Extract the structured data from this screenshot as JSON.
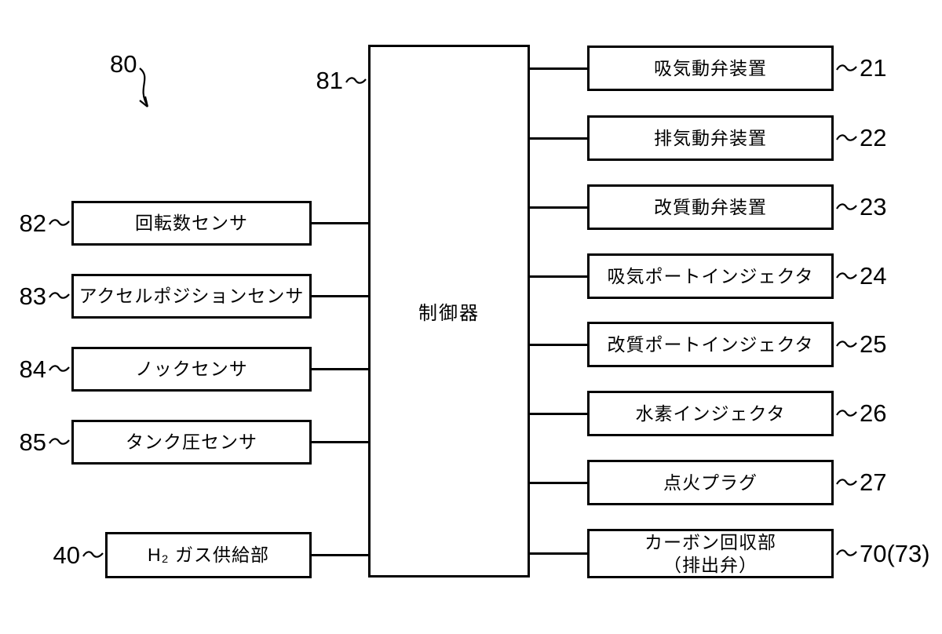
{
  "figure": {
    "figure_ref": "80",
    "controller": {
      "label": "制御器",
      "ref": "81"
    },
    "left_boxes": [
      {
        "label": "回転数センサ",
        "ref": "82"
      },
      {
        "label": "アクセルポジションセンサ",
        "ref": "83"
      },
      {
        "label": "ノックセンサ",
        "ref": "84"
      },
      {
        "label": "タンク圧センサ",
        "ref": "85"
      },
      {
        "label": "H₂ ガス供給部",
        "ref": "40"
      }
    ],
    "right_boxes": [
      {
        "label": "吸気動弁装置",
        "ref": "21"
      },
      {
        "label": "排気動弁装置",
        "ref": "22"
      },
      {
        "label": "改質動弁装置",
        "ref": "23"
      },
      {
        "label": "吸気ポートインジェクタ",
        "ref": "24"
      },
      {
        "label": "改質ポートインジェクタ",
        "ref": "25"
      },
      {
        "label": "水素インジェクタ",
        "ref": "26"
      },
      {
        "label": "点火プラグ",
        "ref": "27"
      },
      {
        "label": "カーボン回収部",
        "label2": "（排出弁）",
        "ref": "70(73)"
      }
    ],
    "colors": {
      "line": "#000000",
      "background": "#ffffff"
    }
  }
}
